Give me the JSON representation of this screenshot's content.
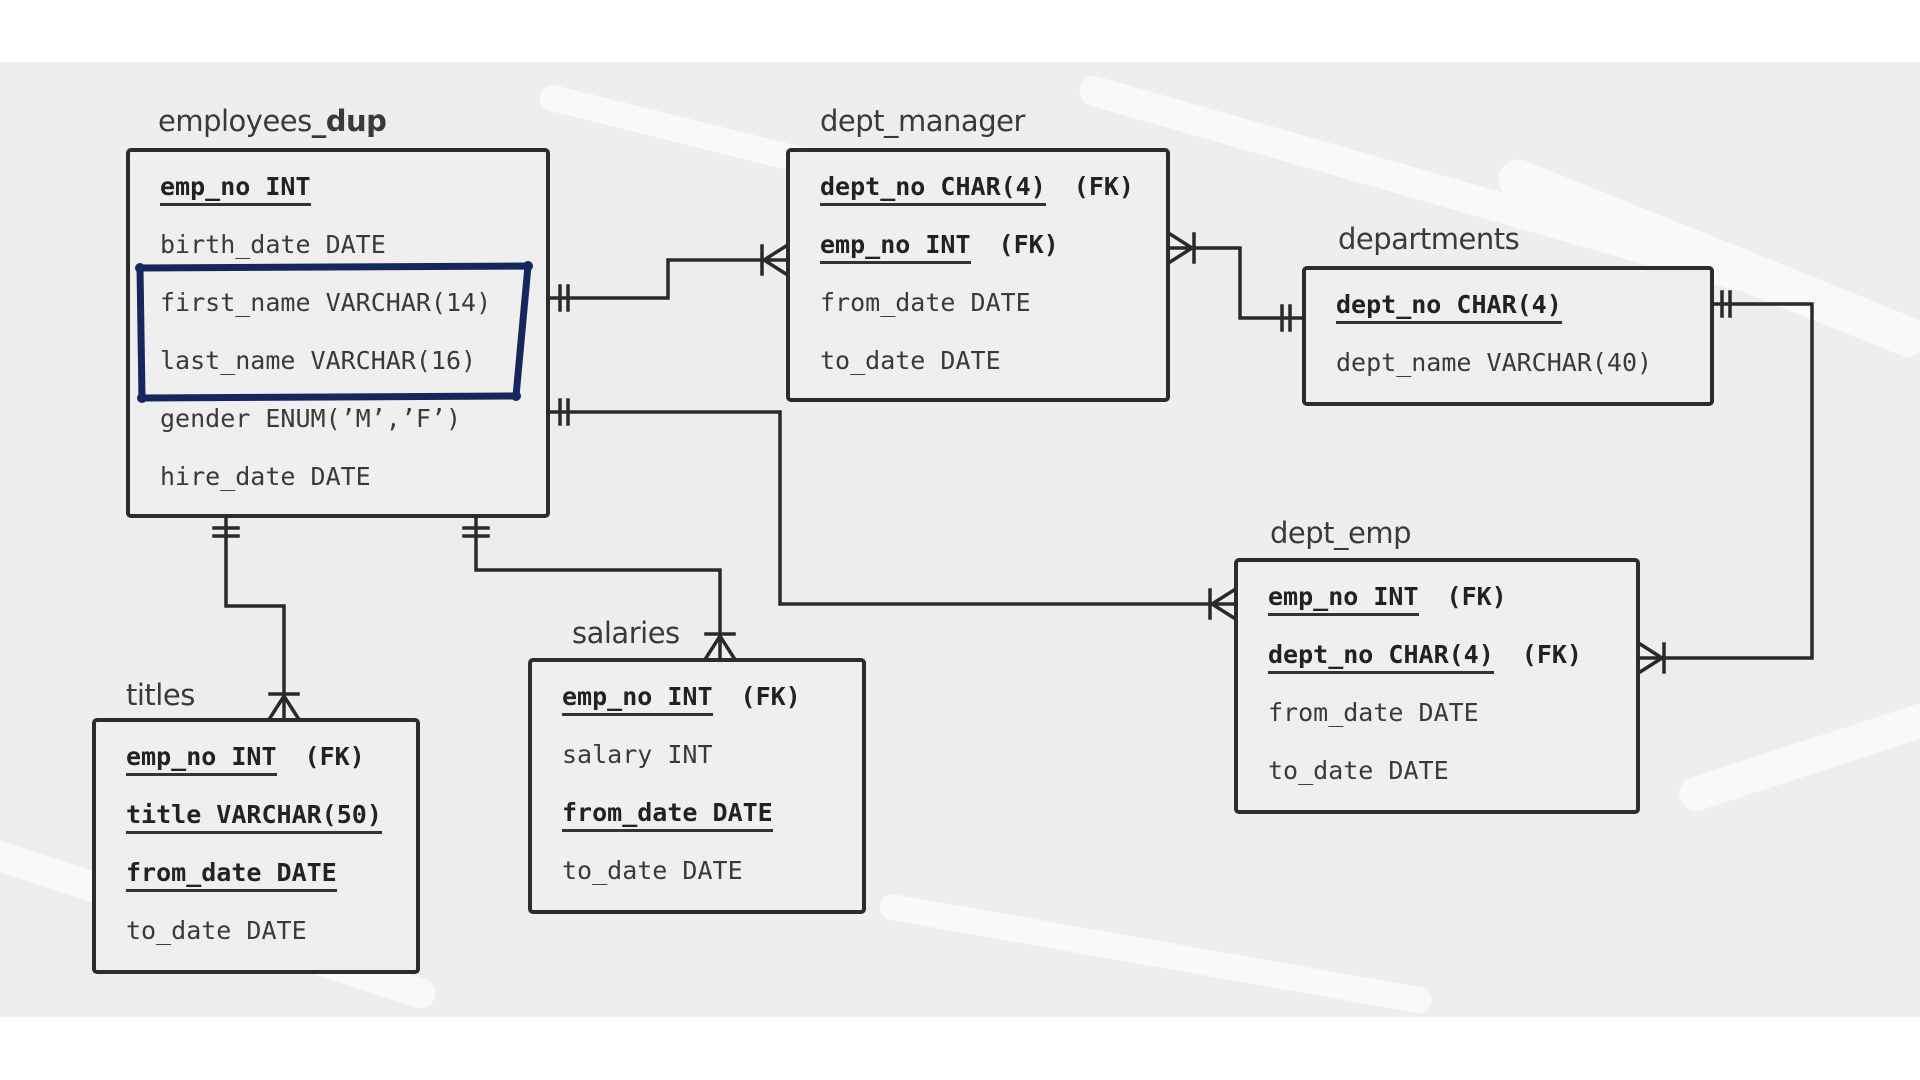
{
  "tables": {
    "employees_dup": {
      "title_a": "employees",
      "title_b": "_dup",
      "rows": [
        "emp_no INT",
        "birth_date DATE",
        "first_name VARCHAR(14)",
        "last_name VARCHAR(16)",
        "gender ENUM(’M’,’F’)",
        "hire_date DATE"
      ]
    },
    "dept_manager": {
      "title": "dept_manager",
      "rows": [
        "dept_no CHAR(4)",
        "emp_no INT",
        "from_date DATE",
        "to_date DATE"
      ],
      "fk": "(FK)"
    },
    "departments": {
      "title": "departments",
      "rows": [
        "dept_no CHAR(4)",
        "dept_name VARCHAR(40)"
      ]
    },
    "dept_emp": {
      "title": "dept_emp",
      "rows": [
        "emp_no INT",
        "dept_no CHAR(4)",
        "from_date DATE",
        "to_date DATE"
      ],
      "fk": "(FK)"
    },
    "salaries": {
      "title": "salaries",
      "rows": [
        "emp_no INT",
        "salary INT",
        "from_date DATE",
        "to_date DATE"
      ],
      "fk": "(FK)"
    },
    "titles": {
      "title": "titles",
      "rows": [
        "emp_no INT",
        "title VARCHAR(50)",
        "from_date DATE",
        "to_date DATE"
      ],
      "fk": "(FK)"
    }
  },
  "colors": {
    "highlight": "#14275e",
    "line": "#2a2a2a",
    "background": "#eeeeee"
  }
}
